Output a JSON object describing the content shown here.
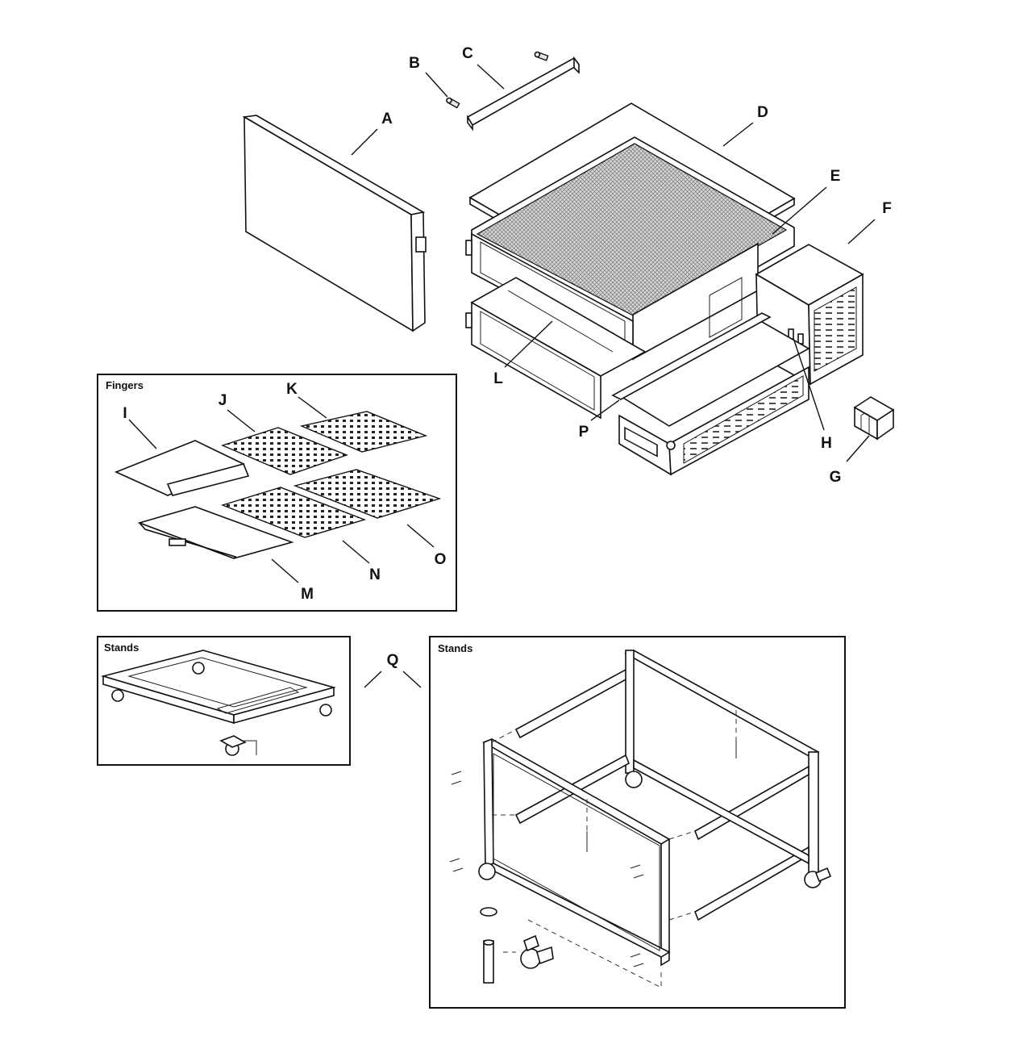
{
  "callouts": {
    "A": "A",
    "B": "B",
    "C": "C",
    "D": "D",
    "E": "E",
    "F": "F",
    "G": "G",
    "H": "H",
    "I": "I",
    "J": "J",
    "K": "K",
    "L": "L",
    "M": "M",
    "N": "N",
    "O": "O",
    "P": "P",
    "Q": "Q"
  },
  "boxes": {
    "fingers_title": "Fingers",
    "stands_small_title": "Stands",
    "stands_large_title": "Stands"
  },
  "colors": {
    "line": "#111111",
    "mesh": "#c8c8c8",
    "background": "#ffffff"
  }
}
